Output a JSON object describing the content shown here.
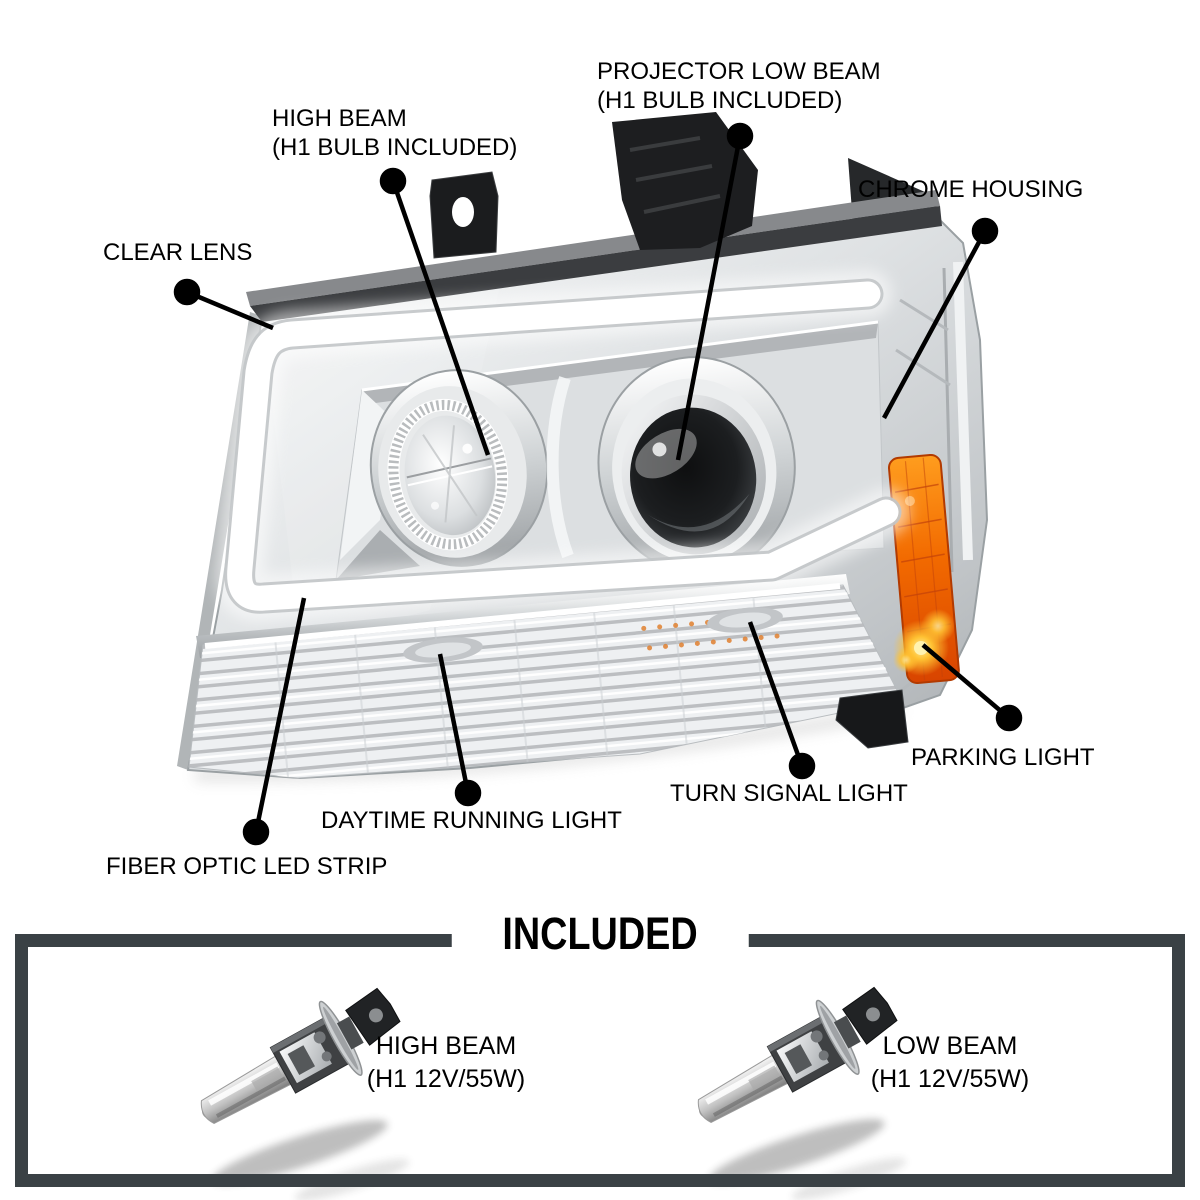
{
  "diagram_title": "Headlight assembly feature callouts",
  "callouts": [
    {
      "id": "clear-lens",
      "label": "CLEAR LENS"
    },
    {
      "id": "high-beam",
      "label": "HIGH BEAM",
      "sublabel": "(H1 BULB INCLUDED)"
    },
    {
      "id": "projector-low-beam",
      "label": "PROJECTOR LOW BEAM",
      "sublabel": "(H1 BULB INCLUDED)"
    },
    {
      "id": "chrome-housing",
      "label": "CHROME HOUSING"
    },
    {
      "id": "parking-light",
      "label": "PARKING LIGHT"
    },
    {
      "id": "turn-signal-light",
      "label": "TURN SIGNAL LIGHT"
    },
    {
      "id": "daytime-running-light",
      "label": "DAYTIME RUNNING LIGHT"
    },
    {
      "id": "fiber-optic-led-strip",
      "label": "FIBER OPTIC LED STRIP"
    }
  ],
  "included": {
    "title": "INCLUDED",
    "items": [
      {
        "name": "high-beam-bulb",
        "line1": "HIGH BEAM",
        "line2": "(H1 12V/55W)"
      },
      {
        "name": "low-beam-bulb",
        "line1": "LOW BEAM",
        "line2": "(H1 12V/55W)"
      }
    ]
  },
  "colors": {
    "frame": "#3a4145",
    "label_text": "#000000",
    "callout_line": "#000000",
    "amber_reflector": "#ee6a10",
    "amber_glow": "#ffcc33",
    "chrome_light": "#f4f6f7",
    "chrome_mid": "#c7cacd",
    "chrome_dark": "#8e9194",
    "black_plastic": "#1d1e20",
    "led_strip": "#ffffff"
  }
}
